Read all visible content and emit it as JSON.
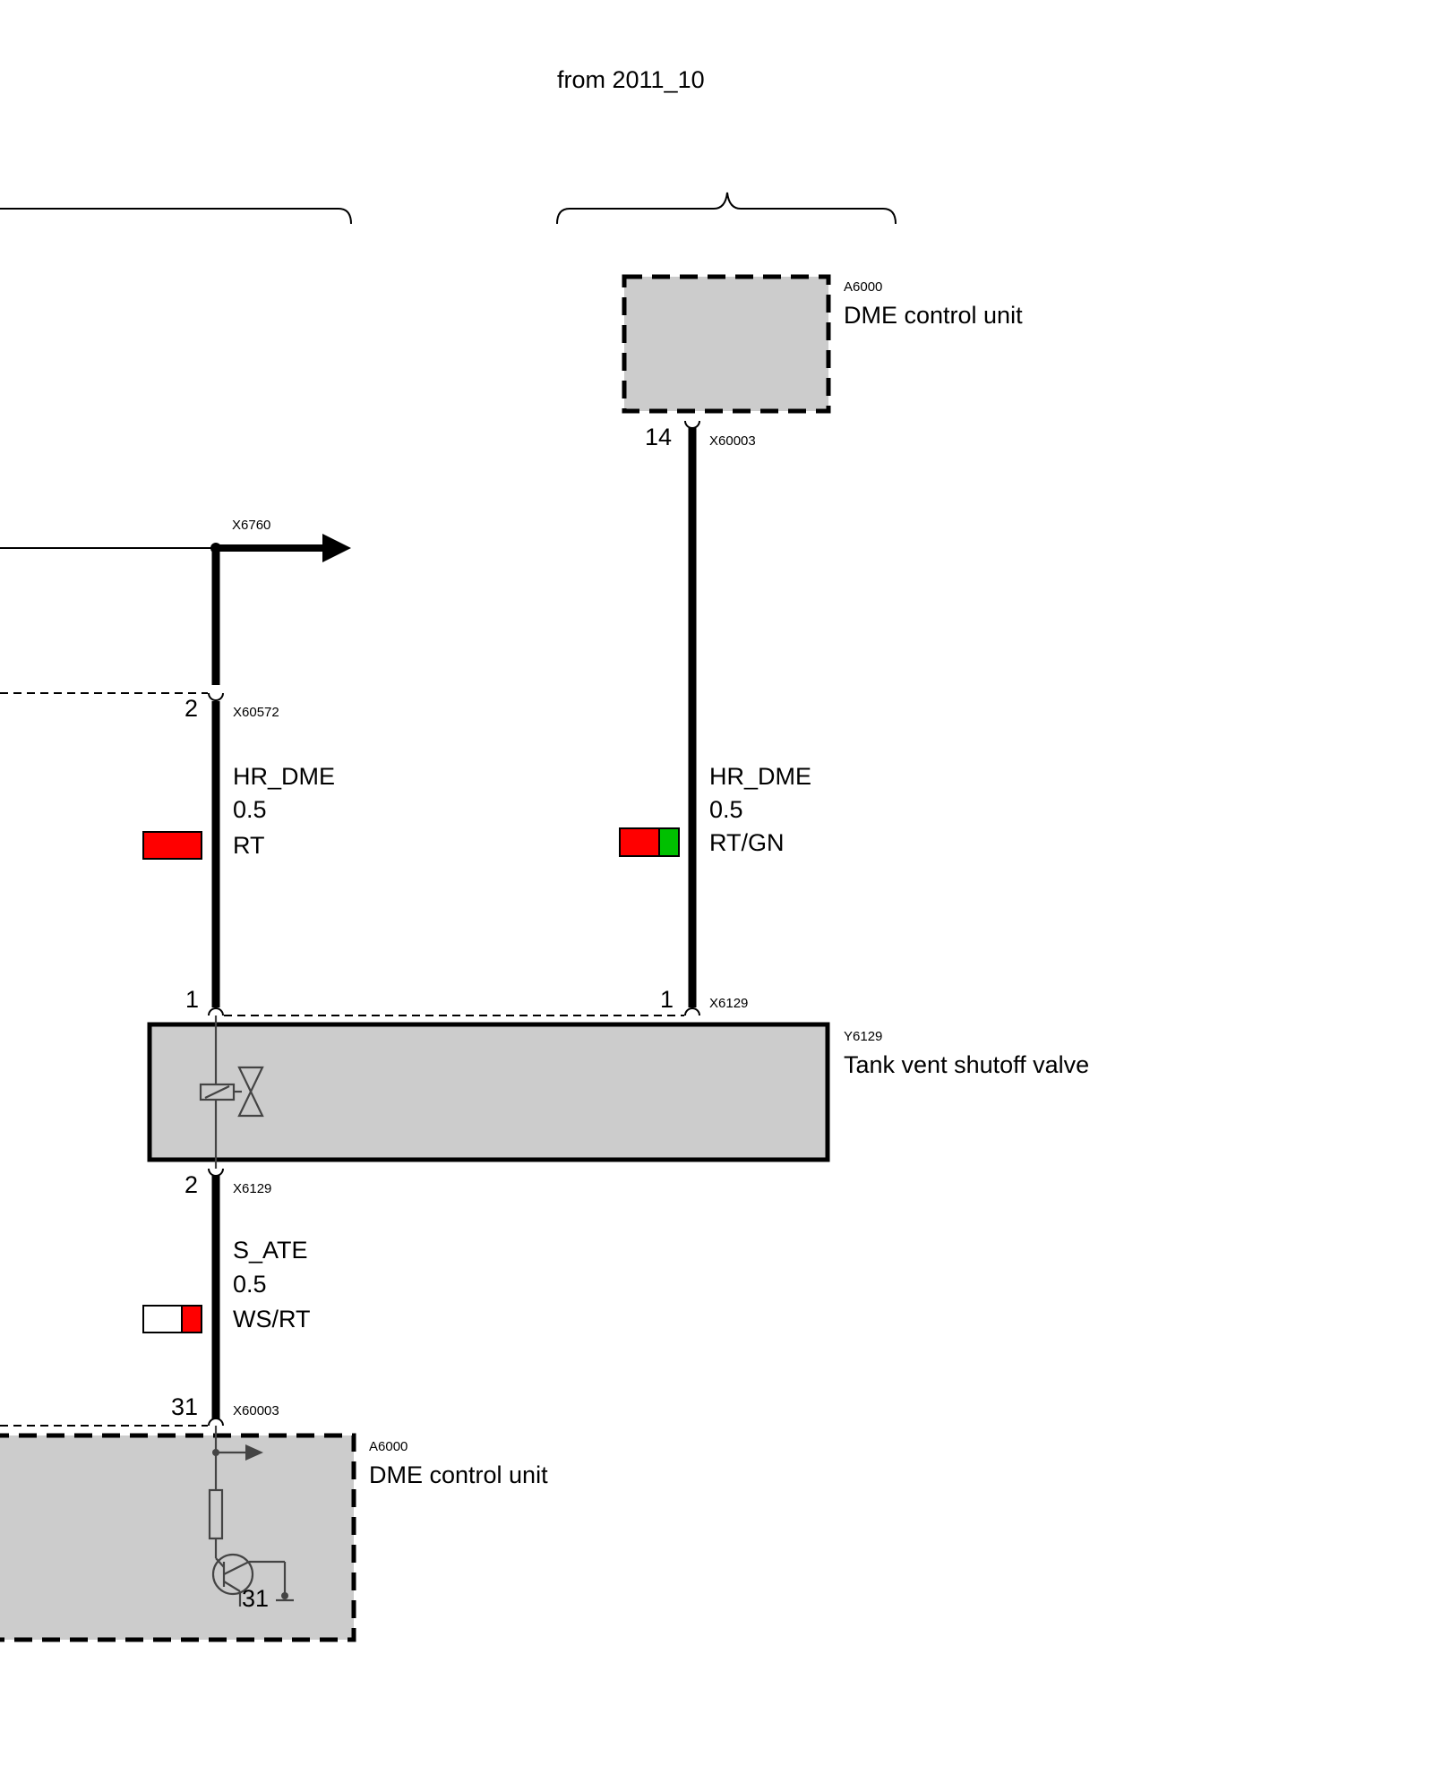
{
  "header": {
    "variant_label": "from 2011_10"
  },
  "components": {
    "dme_top": {
      "id": "A6000",
      "name": "DME control unit"
    },
    "valve": {
      "id": "Y6129",
      "name": "Tank vent shutoff valve"
    },
    "dme_bottom": {
      "id": "A6000",
      "name": "DME control unit"
    }
  },
  "connectors": {
    "x6760": "X6760",
    "x60572": {
      "id": "X60572",
      "pin": "2"
    },
    "x60003_top": {
      "id": "X60003",
      "pin": "14"
    },
    "x6129_left_top": {
      "pin": "1"
    },
    "x6129_right_top": {
      "id": "X6129",
      "pin": "1"
    },
    "x6129_bottom": {
      "id": "X6129",
      "pin": "2"
    },
    "x60003_bottom": {
      "id": "X60003",
      "pin": "31"
    },
    "ground_pin": "31"
  },
  "wires": [
    {
      "signal": "HR_DME",
      "gauge": "0.5",
      "color_code": "RT",
      "colors": [
        "#ff0000"
      ]
    },
    {
      "signal": "HR_DME",
      "gauge": "0.5",
      "color_code": "RT/GN",
      "colors": [
        "#ff0000",
        "#00c000"
      ]
    },
    {
      "signal": "S_ATE",
      "gauge": "0.5",
      "color_code": "WS/RT",
      "colors": [
        "#ffffff",
        "#ff0000"
      ]
    }
  ]
}
